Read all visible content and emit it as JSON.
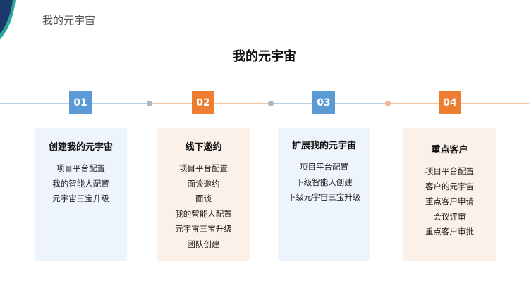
{
  "header": {
    "title": "我的元宇宙"
  },
  "main": {
    "title": "我的元宇宙"
  },
  "colors": {
    "blue": "#5b9bd5",
    "orange": "#ed7d31",
    "navy": "#1b3a6b",
    "teal": "#2aa89a"
  },
  "steps": [
    {
      "number": "01",
      "title": "创建我的元宇宙",
      "items": [
        "项目平台配置",
        "我的智能人配置",
        "元宇宙三宝升级"
      ]
    },
    {
      "number": "02",
      "title": "线下邀约",
      "items": [
        "项目平台配置",
        "面谈邀约",
        "面谈",
        "我的智能人配置",
        "元宇宙三宝升级",
        "团队创建"
      ]
    },
    {
      "number": "03",
      "title": "扩展我的元宇宙",
      "items": [
        "项目平台配置",
        "下级智能人创建",
        "下级元宇宙三宝升级"
      ]
    },
    {
      "number": "04",
      "title": "重点客户",
      "items": [
        "项目平台配置",
        "客户的元宇宙",
        "重点客户申请",
        "会议评审",
        "重点客户审批"
      ]
    }
  ]
}
